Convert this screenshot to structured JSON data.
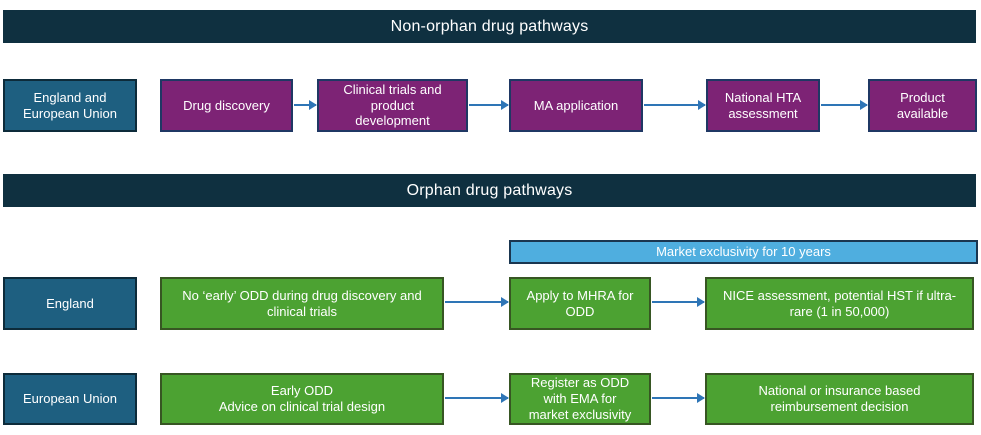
{
  "colors": {
    "header_bg": "#0F3040",
    "label_box_bg": "#1E5F80",
    "label_box_border": "#0D2B3A",
    "purple_box_bg": "#7D2375",
    "purple_box_border": "#1F3864",
    "green_box_bg": "#4CA232",
    "green_box_border": "#375623",
    "banner_bg": "#4FAEDF",
    "banner_border": "#1A3650",
    "arrow": "#2E75B6",
    "box_text": "#FFFFFF"
  },
  "sections": {
    "non_orphan": {
      "header": "Non-orphan drug pathways",
      "row_label": "England and\nEuropean Union",
      "steps": [
        "Drug discovery",
        "Clinical trials and\nproduct\ndevelopment",
        "MA application",
        "National HTA\nassessment",
        "Product\navailable"
      ]
    },
    "orphan": {
      "header": "Orphan drug pathways",
      "exclusivity_banner": "Market exclusivity for 10 years",
      "rows": [
        {
          "label": "England",
          "steps": [
            "No ‘early’ ODD during drug discovery and\nclinical trials",
            "Apply to MHRA for\nODD",
            "NICE assessment, potential HST if ultra-\nrare (1 in 50,000)"
          ]
        },
        {
          "label": "European Union",
          "steps": [
            "Early ODD\nAdvice on clinical trial design",
            "Register as ODD\nwith EMA for\nmarket exclusivity",
            "National or insurance based\nreimbursement decision"
          ]
        }
      ]
    }
  }
}
